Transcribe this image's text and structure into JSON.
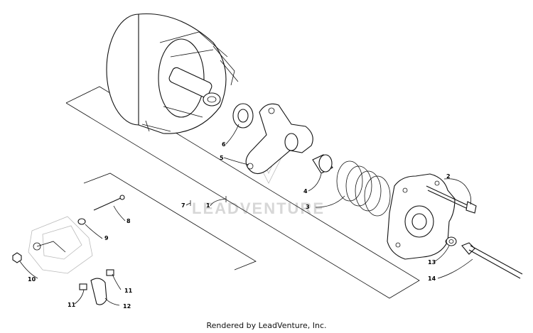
{
  "callouts": [
    {
      "id": "c1",
      "label": "1"
    },
    {
      "id": "c2",
      "label": "2"
    },
    {
      "id": "c3",
      "label": "3"
    },
    {
      "id": "c4",
      "label": "4"
    },
    {
      "id": "c5",
      "label": "5"
    },
    {
      "id": "c6",
      "label": "6"
    },
    {
      "id": "c7",
      "label": "7"
    },
    {
      "id": "c8",
      "label": "8"
    },
    {
      "id": "c9",
      "label": "9"
    },
    {
      "id": "c10",
      "label": "10"
    },
    {
      "id": "c11a",
      "label": "11"
    },
    {
      "id": "c11b",
      "label": "11"
    },
    {
      "id": "c12",
      "label": "12"
    },
    {
      "id": "c13",
      "label": "13"
    },
    {
      "id": "c14",
      "label": "14"
    }
  ],
  "watermark": "LEADVENTURE",
  "credit": "Rendered by LeadVenture, Inc."
}
